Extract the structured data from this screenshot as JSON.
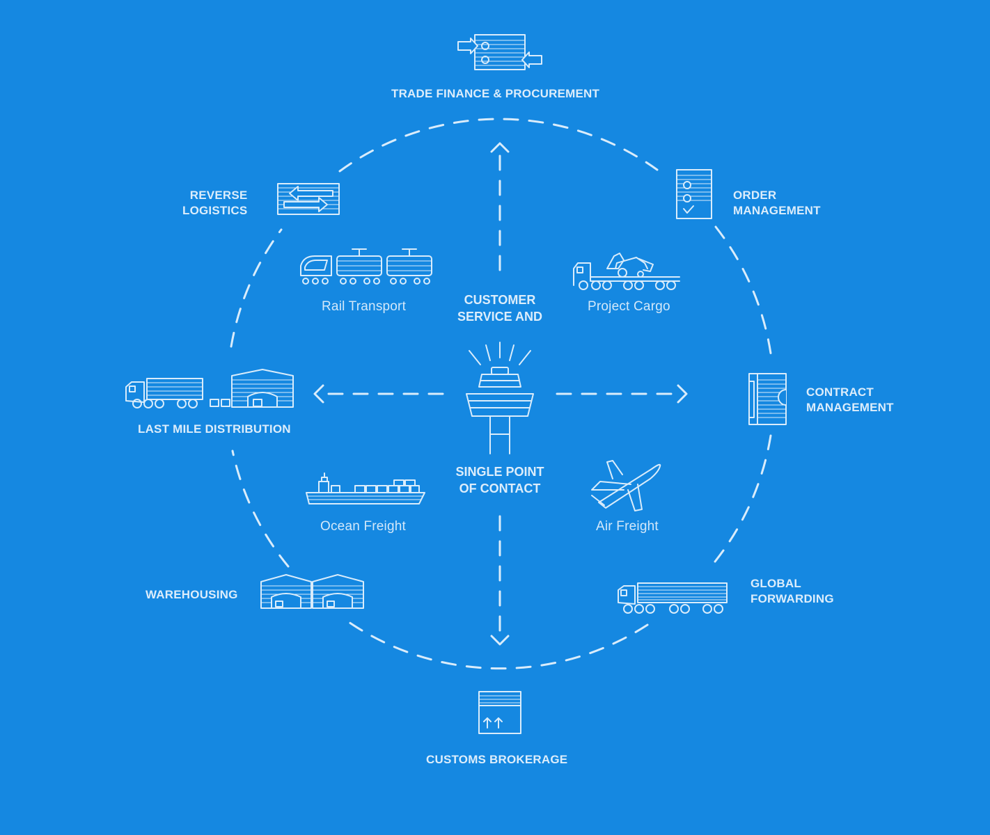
{
  "colors": {
    "background": "#1588e1",
    "line": "#d9ecfb"
  },
  "center": {
    "top_text": "CUSTOMER\nSERVICE AND",
    "bottom_text": "SINGLE POINT\nOF CONTACT",
    "icon": "control-tower-icon"
  },
  "services": {
    "trade_finance": {
      "label": "TRADE FINANCE & PROCUREMENT",
      "icon": "trade-finance-icon"
    },
    "order_management": {
      "label": "ORDER\nMANAGEMENT",
      "icon": "order-document-icon"
    },
    "contract_management": {
      "label": "CONTRACT\nMANAGEMENT",
      "icon": "contract-document-icon"
    },
    "global_forwarding": {
      "label": "GLOBAL\nFORWARDING",
      "icon": "truck-trailer-icon"
    },
    "customs_brokerage": {
      "label": "CUSTOMS BROKERAGE",
      "icon": "customs-box-icon"
    },
    "warehousing": {
      "label": "WAREHOUSING",
      "icon": "warehouse-icon"
    },
    "last_mile": {
      "label": "LAST MILE DISTRIBUTION",
      "icon": "truck-warehouse-icon"
    },
    "reverse_logistics": {
      "label": "REVERSE\nLOGISTICS",
      "icon": "reverse-arrows-icon"
    }
  },
  "modes": {
    "rail": {
      "label": "Rail Transport",
      "icon": "train-icon"
    },
    "project_cargo": {
      "label": "Project Cargo",
      "icon": "heavy-cargo-truck-icon"
    },
    "ocean": {
      "label": "Ocean Freight",
      "icon": "container-ship-icon"
    },
    "air": {
      "label": "Air Freight",
      "icon": "airplane-icon"
    }
  }
}
